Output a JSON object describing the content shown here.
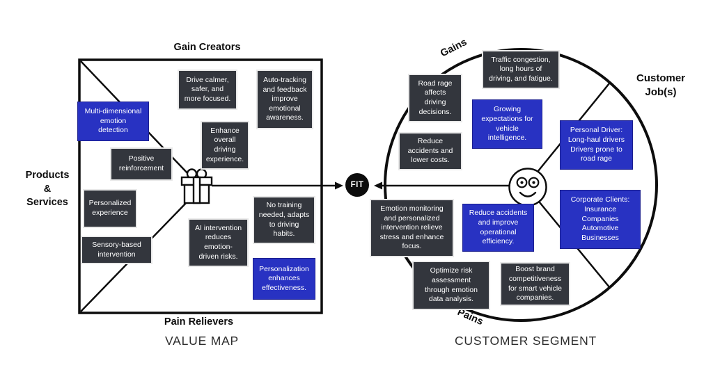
{
  "canvas": {
    "fit_label": "FIT",
    "colors": {
      "note_dark": "#33363d",
      "note_blue": "#2832c2",
      "line_black": "#0d0d0d"
    },
    "value_map": {
      "title": "VALUE MAP",
      "sections": {
        "gain_creators": "Gain Creators",
        "pain_relievers": "Pain Relievers",
        "products_services": "Products\n&\nServices"
      },
      "boxes": [
        {
          "name": "drive-calmer",
          "variant": "dark",
          "text": "Drive calmer,\nsafer, and\nmore focused."
        },
        {
          "name": "auto-tracking",
          "variant": "dark",
          "text": "Auto-tracking\nand feedback\nimprove\nemotional\nawareness."
        },
        {
          "name": "multi-dimensional-emotion",
          "variant": "blue",
          "text": "Multi-dimensional\nemotion\ndetection"
        },
        {
          "name": "enhance-overall",
          "variant": "dark",
          "text": "Enhance\noverall\ndriving\nexperience."
        },
        {
          "name": "positive-reinforcement",
          "variant": "dark",
          "text": "Positive\nreinforcement"
        },
        {
          "name": "personalized-experience",
          "variant": "dark",
          "text": "Personalized\nexperience"
        },
        {
          "name": "sensory-based",
          "variant": "dark",
          "text": "Sensory-based\nintervention"
        },
        {
          "name": "ai-intervention",
          "variant": "dark",
          "text": "AI intervention\nreduces\nemotion-\ndriven risks."
        },
        {
          "name": "no-training",
          "variant": "dark",
          "text": "No training\nneeded, adapts\nto driving\nhabits."
        },
        {
          "name": "personalization-effectiveness",
          "variant": "blue",
          "text": "Personalization\nenhances\neffectiveness."
        }
      ]
    },
    "customer_segment": {
      "title": "CUSTOMER SEGMENT",
      "sections": {
        "gains": "Gains",
        "pains": "Pains",
        "customer_jobs": "Customer\nJob(s)"
      },
      "boxes": [
        {
          "name": "traffic-congestion",
          "variant": "dark",
          "text": "Traffic congestion,\nlong hours of\ndriving, and fatigue."
        },
        {
          "name": "road-rage",
          "variant": "dark",
          "text": "Road rage\naffects\ndriving\ndecisions."
        },
        {
          "name": "growing-expectations",
          "variant": "blue",
          "text": "Growing\nexpectations for\nvehicle\nintelligence."
        },
        {
          "name": "personal-driver",
          "variant": "blue",
          "text": "Personal Driver:\nLong-haul drivers\nDrivers prone to\nroad rage"
        },
        {
          "name": "reduce-accidents-costs",
          "variant": "dark",
          "text": "Reduce\naccidents and\nlower costs."
        },
        {
          "name": "emotion-monitoring",
          "variant": "dark",
          "text": "Emotion monitoring\nand personalized\nintervention relieve\nstress and enhance\nfocus."
        },
        {
          "name": "reduce-accidents-efficiency",
          "variant": "blue",
          "text": "Reduce accidents\nand improve\noperational\nefficiency."
        },
        {
          "name": "corporate-clients",
          "variant": "blue",
          "text": "Corporate Clients:\nInsurance\nCompanies\nAutomotive\nBusinesses"
        },
        {
          "name": "optimize-risk",
          "variant": "dark",
          "text": "Optimize risk\nassessment\nthrough emotion\ndata analysis."
        },
        {
          "name": "boost-brand",
          "variant": "dark",
          "text": "Boost brand\ncompetitiveness\nfor smart vehicle\ncompanies."
        }
      ]
    }
  }
}
